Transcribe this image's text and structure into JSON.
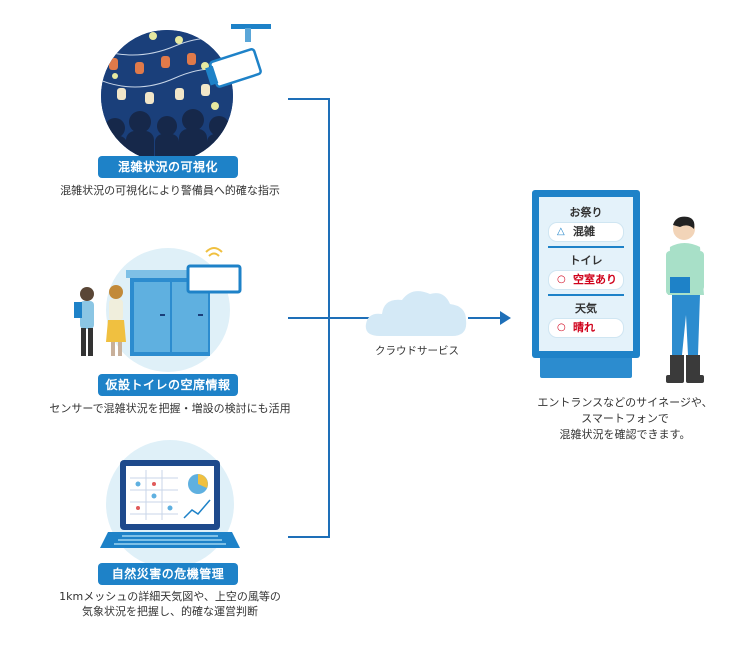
{
  "items": [
    {
      "title": "混雑状況の可視化",
      "caption": "混雑状況の可視化により警備員へ的確な指示"
    },
    {
      "title": "仮設トイレの空席情報",
      "caption": "センサーで混雑状況を把握・増設の検討にも活用"
    },
    {
      "title": "自然災害の危機管理",
      "caption_line1": "1kmメッシュの詳細天気図や、上空の風等の",
      "caption_line2": "気象状況を把握し、的確な運営判断"
    }
  ],
  "cloud_label": "クラウドサービス",
  "signage": {
    "rows": [
      {
        "heading": "お祭り",
        "mark": "△",
        "status": "混雑",
        "status_color": "#333333"
      },
      {
        "heading": "トイレ",
        "mark": "○",
        "status": "空室あり",
        "status_color": "#d0021b"
      },
      {
        "heading": "天気",
        "mark": "○",
        "status": "晴れ",
        "status_color": "#d0021b"
      }
    ]
  },
  "result_caption": {
    "line1": "エントランスなどのサイネージや、",
    "line2": "スマートフォンで",
    "line3": "混雑状況を確認できます。"
  },
  "colors": {
    "accent": "#1e82c8",
    "line": "#1e6fb8",
    "circle_bg": "#dff0f8",
    "red": "#d0021b"
  }
}
